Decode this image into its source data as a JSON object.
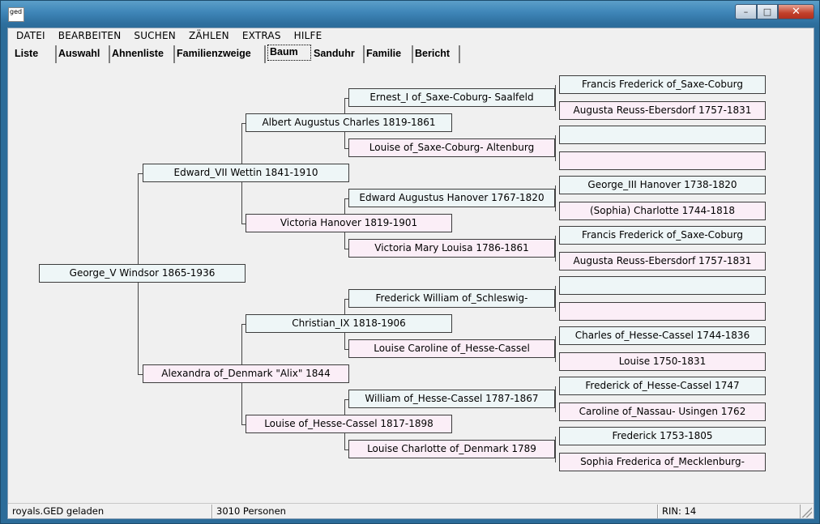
{
  "window": {
    "icon_text": "ged"
  },
  "menu": [
    "DATEI",
    "BEARBEITEN",
    "SUCHEN",
    "ZÄHLEN",
    "EXTRAS",
    "HILFE"
  ],
  "tabs": [
    "Liste",
    "Auswahl",
    "Ahnenliste",
    "Familienzweige",
    "Baum",
    "Sanduhr",
    "Familie",
    "Bericht"
  ],
  "active_tab": "Baum",
  "tree": {
    "g0": "George_V  Windsor 1865-1936",
    "g1": [
      "Edward_VII  Wettin 1841-1910",
      "Alexandra of_Denmark \"Alix\"  1844"
    ],
    "g2": [
      "Albert Augustus Charles  1819-1861",
      "Victoria  Hanover 1819-1901",
      "Christian_IX   1818-1906",
      "Louise of_Hesse-Cassel   1817-1898"
    ],
    "g3": [
      "Ernest_I of_Saxe-Coburg- Saalfeld",
      "Louise of_Saxe-Coburg- Altenburg",
      "Edward Augustus  Hanover 1767-1820",
      "Victoria Mary Louisa  1786-1861",
      "Frederick William of_Schleswig-",
      "Louise Caroline of_Hesse-Cassel",
      "William of_Hesse-Cassel   1787-1867",
      "Louise Charlotte of_Denmark  1789"
    ],
    "g4": [
      "Francis Frederick of_Saxe-Coburg",
      "Augusta Reuss-Ebersdorf   1757-1831",
      "",
      "",
      "George_III  Hanover 1738-1820",
      "(Sophia) Charlotte    1744-1818",
      "Francis Frederick of_Saxe-Coburg",
      "Augusta Reuss-Ebersdorf   1757-1831",
      "",
      "",
      "Charles of_Hesse-Cassel   1744-1836",
      "Louise    1750-1831",
      "Frederick of_Hesse-Cassel   1747",
      "Caroline of_Nassau- Usingen  1762",
      "Frederick    1753-1805",
      "Sophia Frederica of_Mecklenburg-"
    ]
  },
  "status": {
    "file": "royals.GED geladen",
    "count": "3010 Personen",
    "rin": "RIN: 14"
  }
}
